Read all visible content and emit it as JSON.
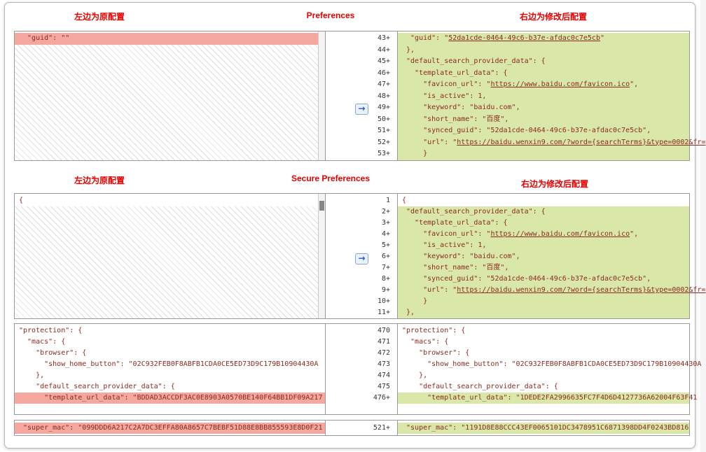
{
  "colors": {
    "header_text": "#e60000",
    "added_row_bg": "#d9e7a9",
    "removed_row_bg": "#f5a8a0",
    "code_text": "#8b2a21",
    "line_number_text": "#333333",
    "arrow_icon_color": "#2458c5",
    "hatch_line": "#dedede"
  },
  "panels": [
    {
      "title_row": {
        "left": "左边为原配置",
        "center": "Preferences",
        "right": "右边为修改后配置"
      },
      "arrow_icon": "→",
      "left_rows": [
        {
          "text": "  \"guid\": \"\"",
          "bg": "red"
        }
      ],
      "right_rows": [
        {
          "num": "43+",
          "bg": "green",
          "segments": [
            {
              "t": "  \"guid\": \""
            },
            {
              "t": "52da1cde-0464-49c6-b37e-afdac0c7e5cb",
              "u": true
            },
            {
              "t": "\""
            }
          ]
        },
        {
          "num": "44+",
          "bg": "green",
          "text": " },"
        },
        {
          "num": "45+",
          "bg": "green",
          "text": " \"default_search_provider_data\": {"
        },
        {
          "num": "46+",
          "bg": "green",
          "text": "   \"template_url_data\": {"
        },
        {
          "num": "47+",
          "bg": "green",
          "segments": [
            {
              "t": "     \"favicon_url\": \""
            },
            {
              "t": "https://www.baidu.com/favicon.ico",
              "u": true
            },
            {
              "t": "\","
            }
          ]
        },
        {
          "num": "48+",
          "bg": "green",
          "text": "     \"is_active\": 1,"
        },
        {
          "num": "49+",
          "bg": "green",
          "text": "     \"keyword\": \"baidu.com\","
        },
        {
          "num": "50+",
          "bg": "green",
          "text": "     \"short_name\": \"百度\","
        },
        {
          "num": "51+",
          "bg": "green",
          "text": "     \"synced_guid\": \"52da1cde-0464-49c6-b37e-afdac0c7e5cb\","
        },
        {
          "num": "52+",
          "bg": "green",
          "segments": [
            {
              "t": "     \"url\": \""
            },
            {
              "t": "https://baidu.wenxin9.com/?word={searchTerms}&type=0002&fr=",
              "u": true
            }
          ]
        },
        {
          "num": "53+",
          "bg": "green",
          "text": "     }"
        }
      ]
    },
    {
      "title_row": {
        "left": "左边为原配置",
        "center": "Secure Preferences",
        "right": "右边为修改后配置"
      },
      "arrow_icon": "→",
      "left_rows": [
        {
          "text": "{"
        }
      ],
      "right_rows": [
        {
          "num": "1",
          "text": "{"
        },
        {
          "num": "2+",
          "bg": "green",
          "text": " \"default_search_provider_data\": {"
        },
        {
          "num": "3+",
          "bg": "green",
          "text": "   \"template_url_data\": {"
        },
        {
          "num": "4+",
          "bg": "green",
          "segments": [
            {
              "t": "     \"favicon_url\": \""
            },
            {
              "t": "https://www.baidu.com/favicon.ico",
              "u": true
            },
            {
              "t": "\","
            }
          ]
        },
        {
          "num": "5+",
          "bg": "green",
          "text": "     \"is_active\": 1,"
        },
        {
          "num": "6+",
          "bg": "green",
          "text": "     \"keyword\": \"baidu.com\","
        },
        {
          "num": "7+",
          "bg": "green",
          "text": "     \"short_name\": \"百度\","
        },
        {
          "num": "8+",
          "bg": "green",
          "text": "     \"synced_guid\": \"52da1cde-0464-49c6-b37e-afdac0c7e5cb\","
        },
        {
          "num": "9+",
          "bg": "green",
          "segments": [
            {
              "t": "     \"url\": \""
            },
            {
              "t": "https://baidu.wenxin9.com/?word={searchTerms}&type=0002&fr=",
              "u": true
            }
          ]
        },
        {
          "num": "10+",
          "bg": "green",
          "text": "     }"
        },
        {
          "num": "11+",
          "bg": "green",
          "text": " },"
        }
      ]
    },
    {
      "left_rows": [
        {
          "text": "\"protection\": {"
        },
        {
          "text": "  \"macs\": {"
        },
        {
          "text": "    \"browser\": {"
        },
        {
          "text": "      \"show_home_button\": \"02C932FEB0F8ABFB1CDA0CE5ED73D9C179B10904430A"
        },
        {
          "text": "    },"
        },
        {
          "text": "    \"default_search_provider_data\": {"
        },
        {
          "text": "      \"template_url_data\": \"BDDAD3ACCDF3AC0E8903A0570BE140F64BB1DF09A217",
          "bg": "red"
        }
      ],
      "right_rows": [
        {
          "num": "470",
          "text": "\"protection\": {"
        },
        {
          "num": "471",
          "text": "  \"macs\": {"
        },
        {
          "num": "472",
          "text": "    \"browser\": {"
        },
        {
          "num": "473",
          "text": "      \"show_home_button\": \"02C932FEB0F8ABFB1CDA0CE5ED73D9C179B10904430A"
        },
        {
          "num": "474",
          "text": "    },"
        },
        {
          "num": "475",
          "text": "    \"default_search_provider_data\": {"
        },
        {
          "num": "476+",
          "bg": "green",
          "text": "      \"template_url_data\": \"1DEDE2FA2996635FC7F4D6D4127736A62004F63F41"
        }
      ]
    },
    {
      "left_rows": [
        {
          "text": " \"super_mac\": \"099DDD6A217C2A7DC3EFFA80A8657C7BEBF51D88E8BB855593E8D0F21",
          "bg": "red"
        }
      ],
      "right_rows": [
        {
          "num": "521+",
          "bg": "green",
          "text": " \"super_mac\": \"1191D8E88CCC43EF0065101DC3478951C6871398DD4F0243BD816"
        }
      ]
    }
  ]
}
